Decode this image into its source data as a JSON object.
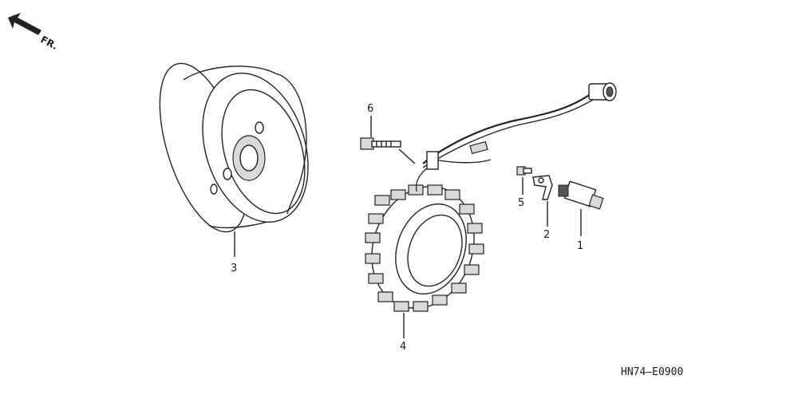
{
  "direction_label": "FR.",
  "callouts": [
    {
      "id": "1",
      "name": "pulser-sensor"
    },
    {
      "id": "2",
      "name": "bracket"
    },
    {
      "id": "3",
      "name": "flywheel"
    },
    {
      "id": "4",
      "name": "stator"
    },
    {
      "id": "5",
      "name": "small-bolt"
    },
    {
      "id": "6",
      "name": "flange-bolt"
    }
  ],
  "diagram_code": "HN74—E0900"
}
